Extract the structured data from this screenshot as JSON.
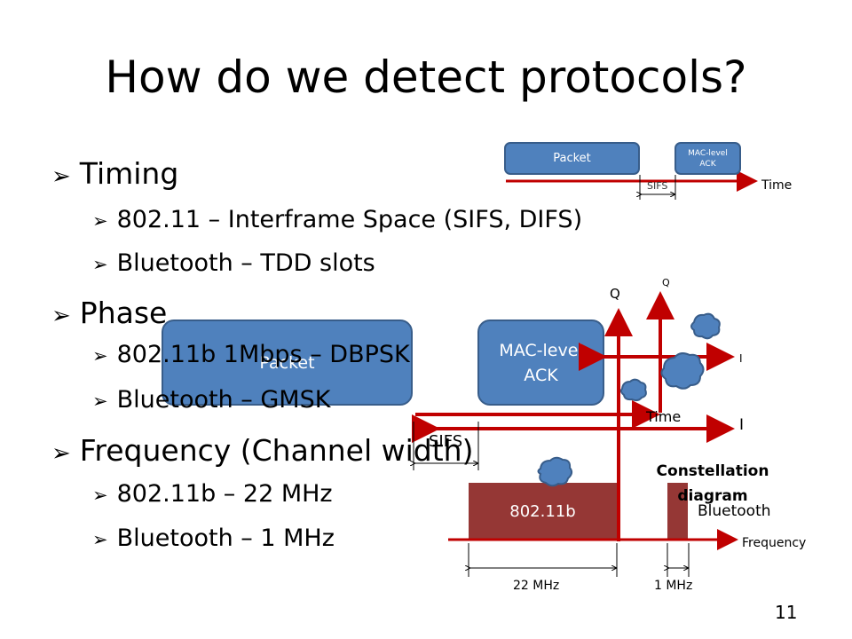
{
  "slide": {
    "title": "How do we detect protocols?",
    "page_number": "11",
    "bullets": [
      {
        "text": "Timing",
        "sub": [
          "802.11 – Interframe Space (SIFS, DIFS)",
          "Bluetooth – TDD slots"
        ]
      },
      {
        "text": "Phase",
        "sub": [
          "802.11b 1Mbps – DBPSK",
          "Bluetooth – GMSK"
        ]
      },
      {
        "text": "Frequency (Channel width)",
        "sub": [
          "802.11b – 22 MHz",
          "Bluetooth – 1 MHz"
        ]
      }
    ],
    "bullet_glyph": "➢"
  },
  "timing_small": {
    "packet_label": "Packet",
    "ack_label_line1": "MAC-level",
    "ack_label_line2": "ACK",
    "sifs_label": "SIFS",
    "time_label": "Time"
  },
  "timing_large": {
    "packet_label": "Packet",
    "ack_label_line1": "MAC-level",
    "ack_label_line2": "ACK",
    "sifs_label": "SIFS",
    "time_label": "Time"
  },
  "constellation": {
    "q_large": "Q",
    "q_small": "Q",
    "i_small": "I",
    "i_large": "I",
    "caption_line1": "Constellation",
    "caption_line2": "diagram"
  },
  "frequency": {
    "wifi_label": "802.11b",
    "bt_label": "Bluetooth",
    "freq_label": "Frequency",
    "wifi_width": "22 MHz",
    "bt_width": "1 MHz"
  },
  "colors": {
    "box_fill": "#4f81bd",
    "box_stroke": "#385d8a",
    "arrow_red": "#c00000",
    "spectrum_fill": "#953735"
  }
}
